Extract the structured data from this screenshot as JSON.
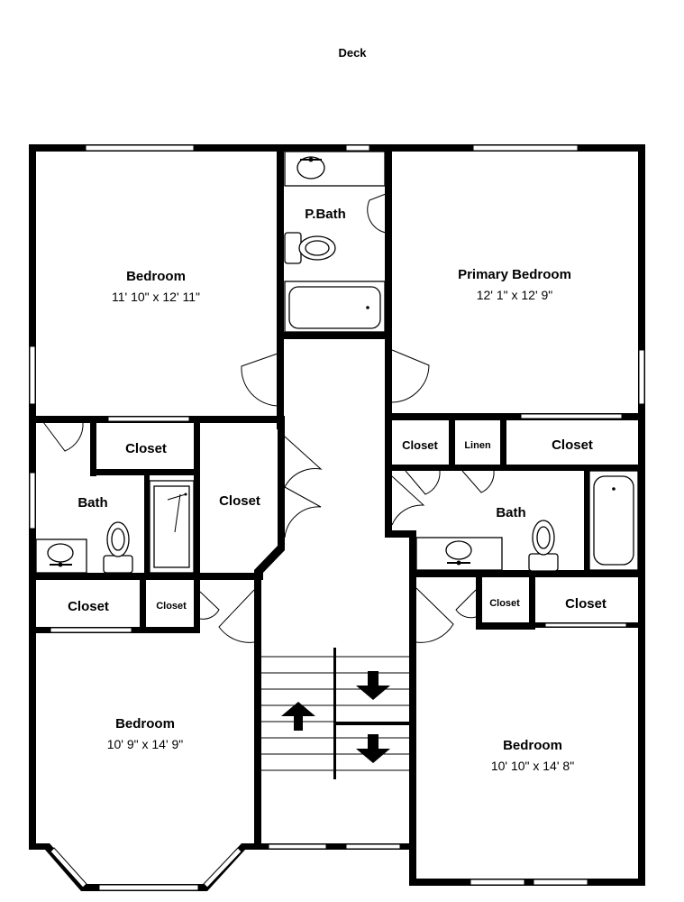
{
  "plan": {
    "deck": "Deck",
    "rooms": {
      "bedroom_nw": {
        "name": "Bedroom",
        "dims": "11' 10\" x 12' 11\""
      },
      "pbath": {
        "name": "P.Bath"
      },
      "primary_bedroom": {
        "name": "Primary Bedroom",
        "dims": "12' 1\" x 12' 9\""
      },
      "closet_w1": {
        "name": "Closet"
      },
      "closet_w2": {
        "name": "Closet"
      },
      "bath_w": {
        "name": "Bath"
      },
      "closet_e1": {
        "name": "Closet"
      },
      "linen": {
        "name": "Linen"
      },
      "closet_e2": {
        "name": "Closet"
      },
      "bath_e": {
        "name": "Bath"
      },
      "closet_sw1": {
        "name": "Closet"
      },
      "closet_sw2": {
        "name": "Closet"
      },
      "closet_se1": {
        "name": "Closet"
      },
      "closet_se2": {
        "name": "Closet"
      },
      "bedroom_sw": {
        "name": "Bedroom",
        "dims": "10' 9\" x 14' 9\""
      },
      "bedroom_se": {
        "name": "Bedroom",
        "dims": "10' 10\" x 14' 8\""
      }
    }
  }
}
